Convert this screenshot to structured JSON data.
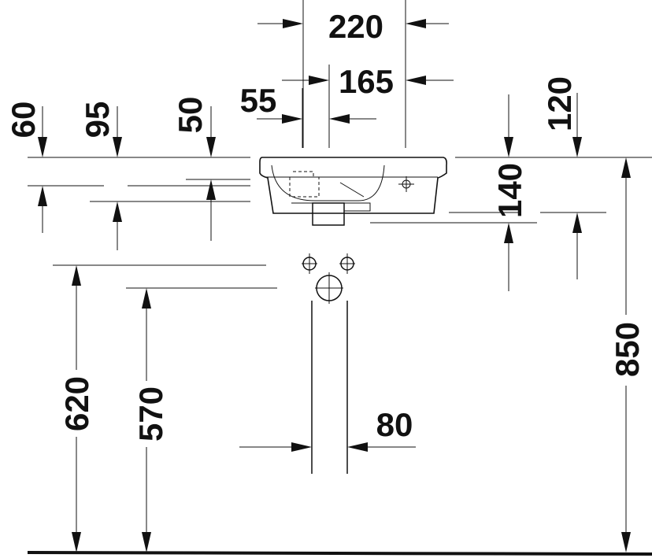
{
  "dimensions": {
    "overall_width": "220",
    "bowl_width": "165",
    "tap_offset": "55",
    "top_left": "60",
    "rim_left": "95",
    "bowl_depth_marker": "50",
    "top_right": "120",
    "basin_height": "140",
    "floor_to_rim": "850",
    "floor_to_upper_supply": "620",
    "floor_to_waste": "570",
    "waste_pipe_width": "80"
  }
}
